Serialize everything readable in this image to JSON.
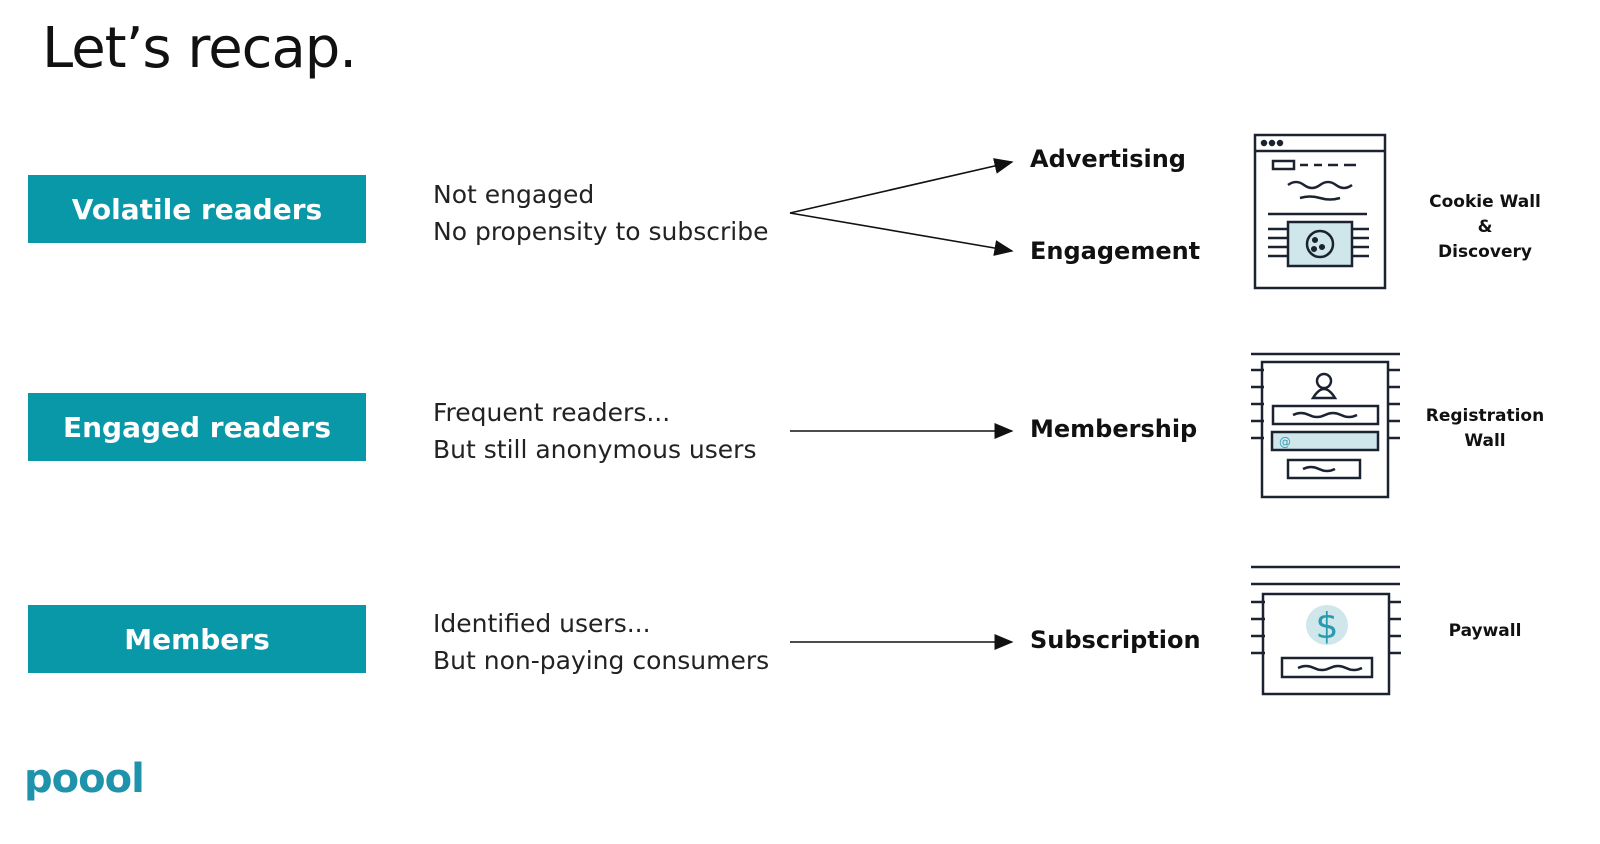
{
  "title": "Let’s recap.",
  "rows": [
    {
      "segment": "Volatile readers",
      "desc": [
        "Not engaged",
        "No propensity to subscribe"
      ],
      "outcomes": [
        "Advertising",
        "Engagement"
      ],
      "wall": [
        "Cookie Wall",
        "&",
        "Discovery"
      ],
      "icon": "cookie-wall-icon"
    },
    {
      "segment": "Engaged readers",
      "desc": [
        "Frequent readers...",
        "But still anonymous users"
      ],
      "outcomes": [
        "Membership"
      ],
      "wall": [
        "Registration",
        "Wall"
      ],
      "icon": "registration-wall-icon"
    },
    {
      "segment": "Members",
      "desc": [
        "Identified users...",
        "But non-paying consumers"
      ],
      "outcomes": [
        "Subscription"
      ],
      "wall": [
        "Paywall"
      ],
      "icon": "paywall-icon"
    }
  ],
  "logo": "poool",
  "colors": {
    "accent": "#0898a8",
    "icon_fill": "#cfe6ea"
  }
}
